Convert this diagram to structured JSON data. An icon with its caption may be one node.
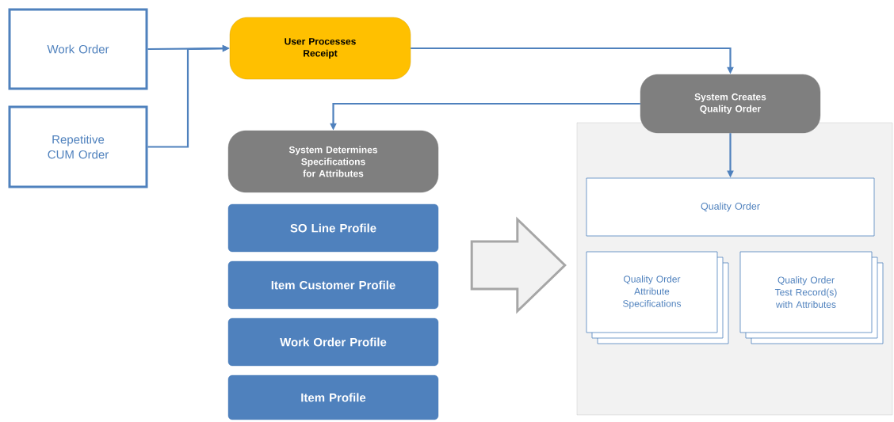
{
  "diagram": {
    "nodes": [
      {
        "text": [
          "Work Order"
        ]
      },
      {
        "text": [
          "Repetitive CUM Order"
        ]
      },
      {
        "text": [
          "User Processes Receipt"
        ]
      },
      {
        "text": [
          "System Creates Quality Order"
        ]
      },
      {
        "text": [
          "System Determines Specifications for Attributes"
        ]
      },
      {
        "text": [
          "SO Line Profile"
        ]
      },
      {
        "text": [
          "Item Customer Profile"
        ]
      },
      {
        "text": [
          "Work Order Profile"
        ]
      },
      {
        "text": [
          "Item Profile"
        ]
      },
      {
        "text": [],
        "shape": "box"
      },
      {
        "text": [
          "Quality Order"
        ],
        "in": 9
      },
      {
        "text": [
          "Quality Order Attribute Specifications"
        ],
        "in": 9
      },
      {
        "text": [
          "Quality Order Test Record(s) with Attributes"
        ],
        "in": 9
      }
    ],
    "edges": [
      {
        "from": 0,
        "to": 2,
        "arrow": "to"
      },
      {
        "from": 1,
        "to": 2,
        "arrow": "to"
      },
      {
        "from": 2,
        "to": 3,
        "arrow": "to"
      },
      {
        "from": 3,
        "to": 4,
        "arrow": "to"
      },
      {
        "from": 3,
        "to": 10,
        "arrow": "to"
      },
      {
        "from": 6,
        "to": 9,
        "arrow": "to",
        "style": "thick",
        "color": "#a6a6a6"
      }
    ]
  }
}
